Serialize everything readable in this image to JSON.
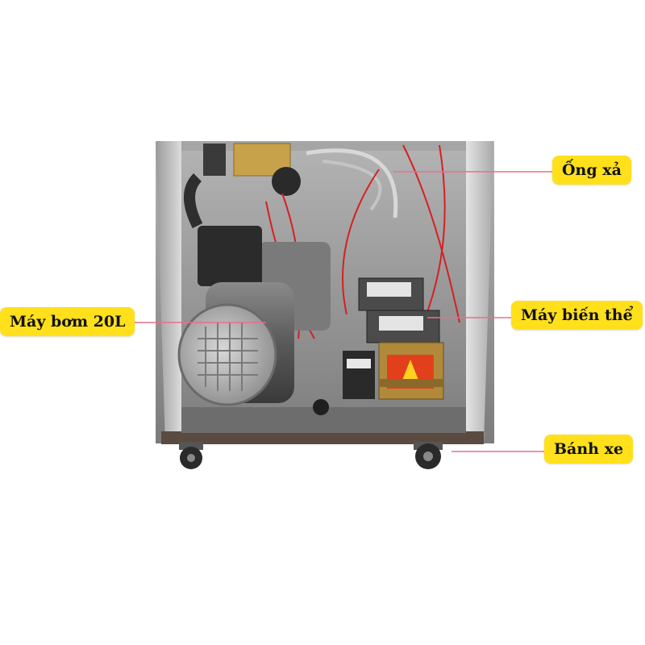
{
  "callouts": {
    "exhaust_pipe": "Ống xả",
    "pump": "Máy bơm 20L",
    "transformer": "Máy biến thể",
    "wheel": "Bánh xe"
  },
  "colors": {
    "label_bg": "#ffe01b",
    "leader_line": "#e8708a",
    "cabinet_steel": "#c9c9c9",
    "cabinet_interior": "#8e8e8e",
    "warning_label": "#e2401c",
    "wire_red": "#d62020"
  }
}
